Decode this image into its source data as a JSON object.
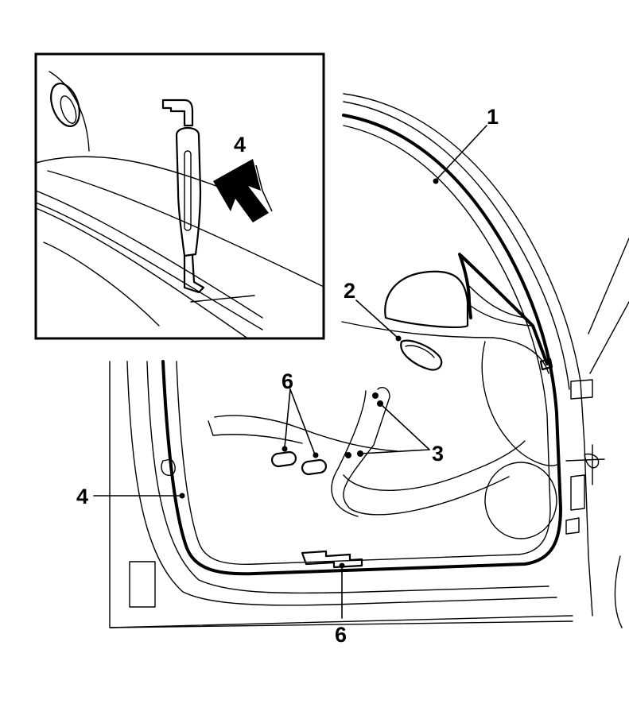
{
  "callouts": {
    "c1": "1",
    "c2": "2",
    "c3": "3",
    "c4_side": "4",
    "c4_inset": "4",
    "c6_top": "6",
    "c6_bottom": "6"
  }
}
